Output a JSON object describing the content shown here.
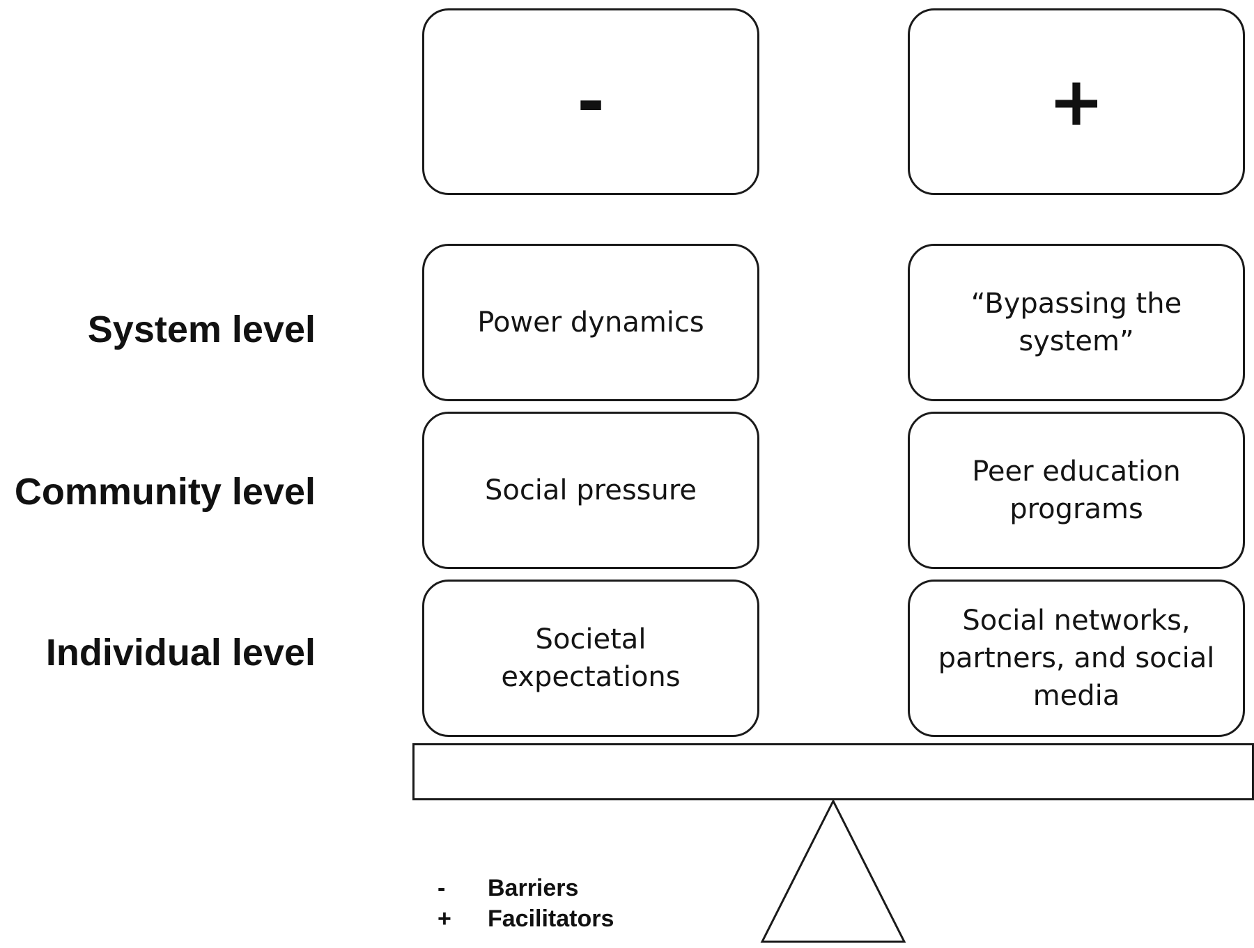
{
  "columns": {
    "minus": {
      "symbol": "-"
    },
    "plus": {
      "symbol": "+"
    }
  },
  "levels": [
    {
      "label": "System level",
      "barrier": "Power dynamics",
      "facilitator": "“Bypassing the\nsystem”"
    },
    {
      "label": "Community level",
      "barrier": "Social pressure",
      "facilitator": "Peer education\nprograms"
    },
    {
      "label": "Individual level",
      "barrier": "Societal expectations",
      "facilitator": "Social networks,\npartners, and social\nmedia"
    }
  ],
  "legend": [
    {
      "symbol": "-",
      "label": "Barriers"
    },
    {
      "symbol": "+",
      "label": "Facilitators"
    }
  ]
}
